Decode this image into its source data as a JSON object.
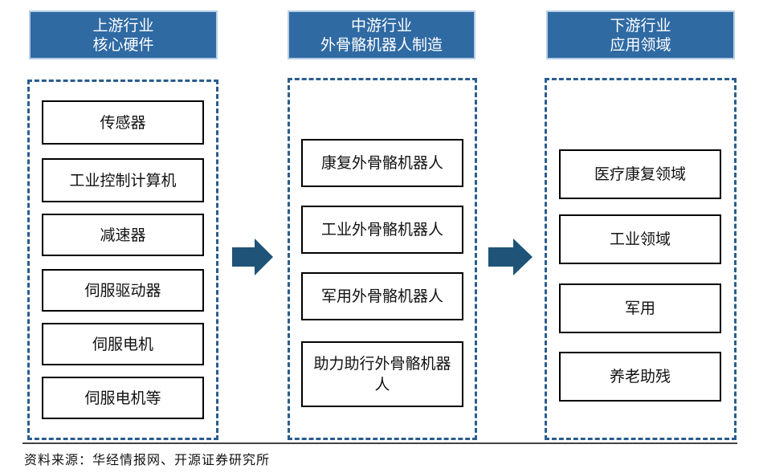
{
  "columns": [
    {
      "header_line1": "上游行业",
      "header_line2": "核心硬件",
      "items": [
        "传感器",
        "工业控制计算机",
        "减速器",
        "伺服驱动器",
        "伺服电机",
        "伺服电机等"
      ]
    },
    {
      "header_line1": "中游行业",
      "header_line2": "外骨骼机器人制造",
      "items": [
        "康复外骨骼机器人",
        "工业外骨骼机器人",
        "军用外骨骼机器人",
        "助力助行外骨骼机器人"
      ]
    },
    {
      "header_line1": "下游行业",
      "header_line2": "应用领域",
      "items": [
        "医疗康复领域",
        "工业领域",
        "军用",
        "养老助残"
      ]
    }
  ],
  "source": "资料来源：华经情报网、开源证券研究所",
  "colors": {
    "header_bg": "#2f6aa3",
    "dash_border": "#2a5d8f",
    "arrow": "#1f5377"
  }
}
